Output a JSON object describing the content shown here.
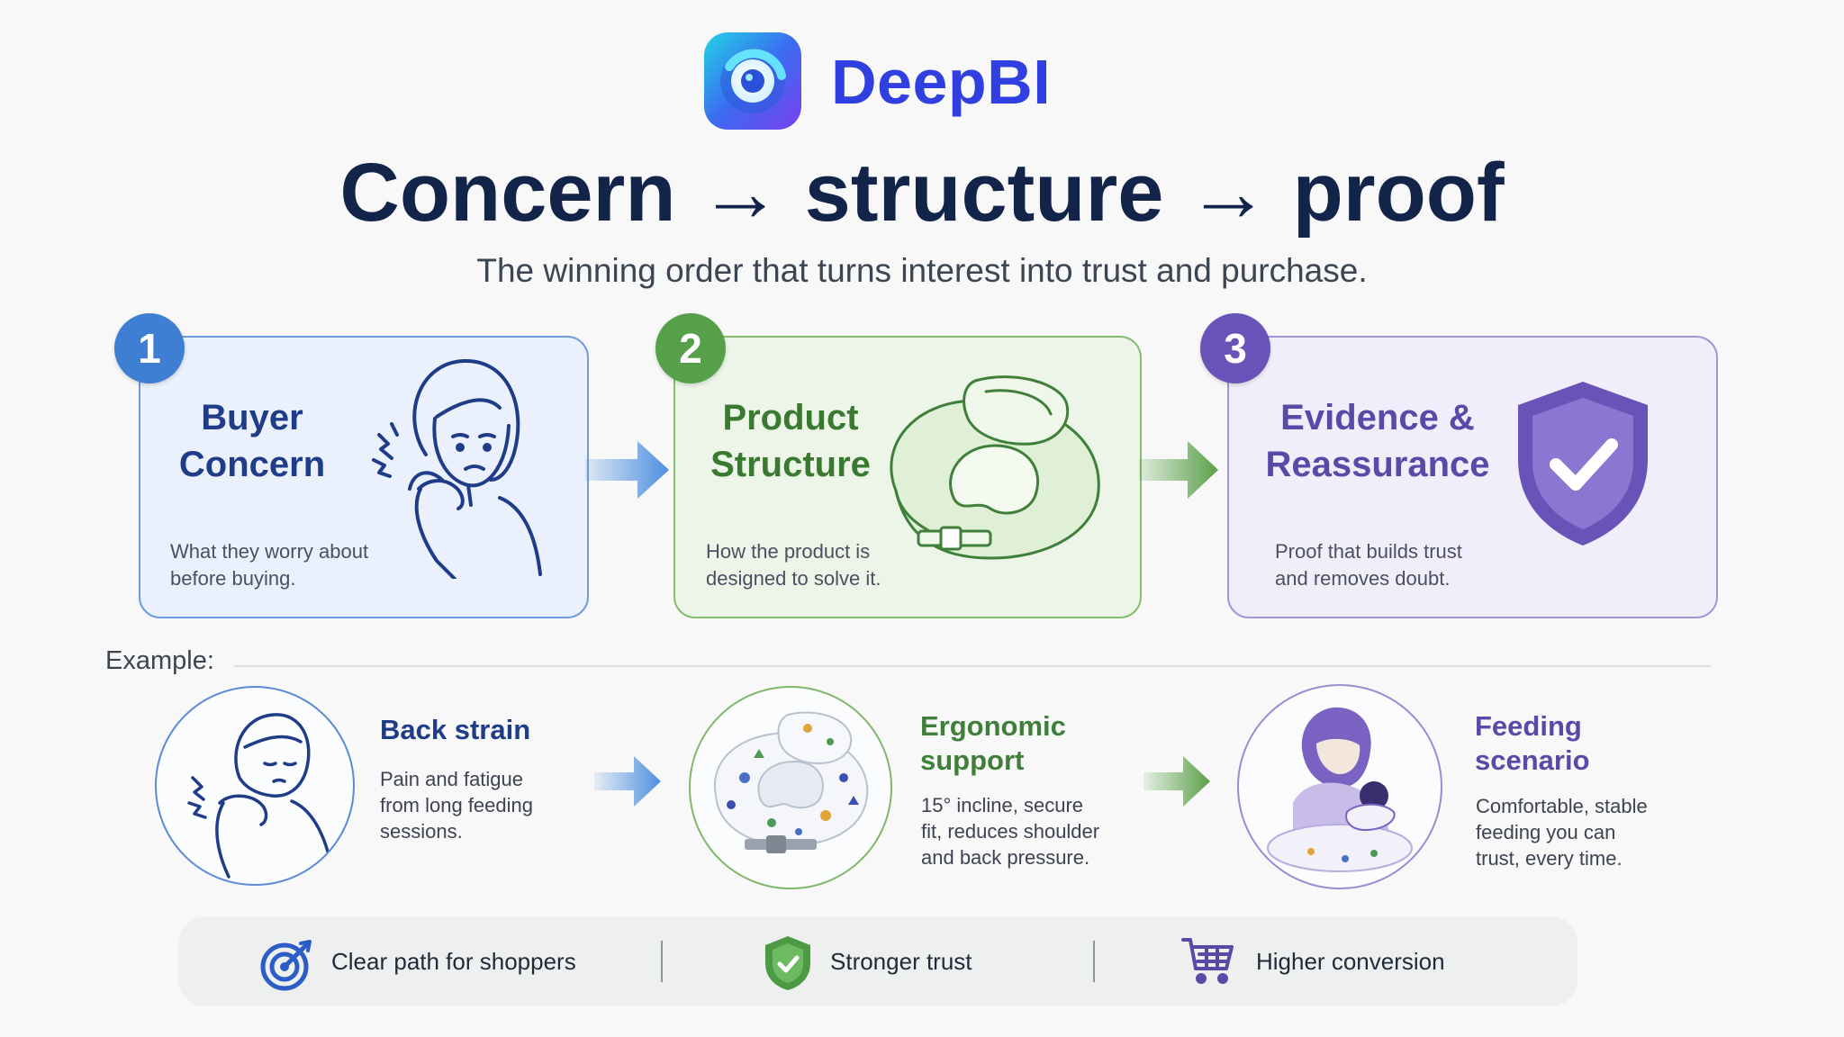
{
  "brand": {
    "name": "DeepBI",
    "accent": "#2f3fe0"
  },
  "headline": {
    "title": "Concern → structure → proof",
    "subtitle": "The winning order that turns interest into trust and purchase."
  },
  "steps": [
    {
      "number": "1",
      "title_line1": "Buyer",
      "title_line2": "Concern",
      "desc_line1": "What they worry about",
      "desc_line2": "before buying.",
      "icon": "worried-person-icon",
      "color": "#3f7fd3"
    },
    {
      "number": "2",
      "title_line1": "Product",
      "title_line2": "Structure",
      "desc_line1": "How the product is",
      "desc_line2": "designed to solve it.",
      "icon": "nursing-pillow-icon",
      "color": "#55a048"
    },
    {
      "number": "3",
      "title_line1": "Evidence &",
      "title_line2": "Reassurance",
      "desc_line1": "Proof that builds trust",
      "desc_line2": "and removes doubt.",
      "icon": "shield-check-icon",
      "color": "#6a53b8"
    }
  ],
  "example": {
    "label": "Example:",
    "items": [
      {
        "title_line1": "Back strain",
        "title_line2": "",
        "desc": [
          "Pain and fatigue",
          "from long feeding",
          "sessions."
        ],
        "icon": "back-pain-person-icon",
        "color": "#1f3c88"
      },
      {
        "title_line1": "Ergonomic",
        "title_line2": "support",
        "desc": [
          "15° incline, secure",
          "fit, reduces shoulder",
          "and back pressure."
        ],
        "icon": "pillow-photo-icon",
        "color": "#3f7f3a"
      },
      {
        "title_line1": "Feeding",
        "title_line2": "scenario",
        "desc": [
          "Comfortable, stable",
          "feeding you can",
          "trust, every time."
        ],
        "icon": "mother-feeding-icon",
        "color": "#5a4aa8"
      }
    ]
  },
  "footer": {
    "items": [
      {
        "label": "Clear path for shoppers",
        "icon": "target-icon"
      },
      {
        "label": "Stronger trust",
        "icon": "shield-icon"
      },
      {
        "label": "Higher conversion",
        "icon": "shopping-cart-icon"
      }
    ]
  }
}
